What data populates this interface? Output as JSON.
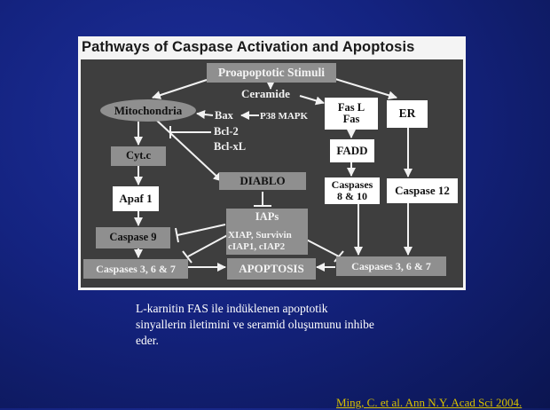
{
  "figure": {
    "title": "Pathways of Caspase Activation and Apoptosis",
    "nodes": {
      "stimuli": "Proapoptotic Stimuli",
      "ceramide": "Ceramide",
      "mitochondria": "Mitochondria",
      "bax": "Bax",
      "p38": "P38 MAPK",
      "bcl2": "Bcl-2",
      "bclxl": "Bcl-xL",
      "fas_l": "Fas L",
      "fas": "Fas",
      "er": "ER",
      "cytc": "Cyt.c",
      "fadd": "FADD",
      "diablo": "DIABLO",
      "caspases_8_10_line1": "Caspases",
      "caspases_8_10_line2": "8 & 10",
      "apaf1": "Apaf 1",
      "caspase12": "Caspase 12",
      "iaps": "IAPs",
      "iap_list_1": "XIAP, Survivin",
      "iap_list_2": "cIAP1, cIAP2",
      "caspase9": "Caspase 9",
      "caspases_367_left": "Caspases 3, 6 & 7",
      "apoptosis": "APOPTOSIS",
      "caspases_367_right": "Caspases 3, 6 & 7"
    }
  },
  "caption": {
    "line1": "L-karnitin FAS ile indüklenen apoptotik",
    "line2": "sinyallerin iletimini ve seramid oluşumunu inhibe",
    "line3": "eder."
  },
  "citation": "Ming, C. et al. Ann N.Y. Acad Sci 2004."
}
